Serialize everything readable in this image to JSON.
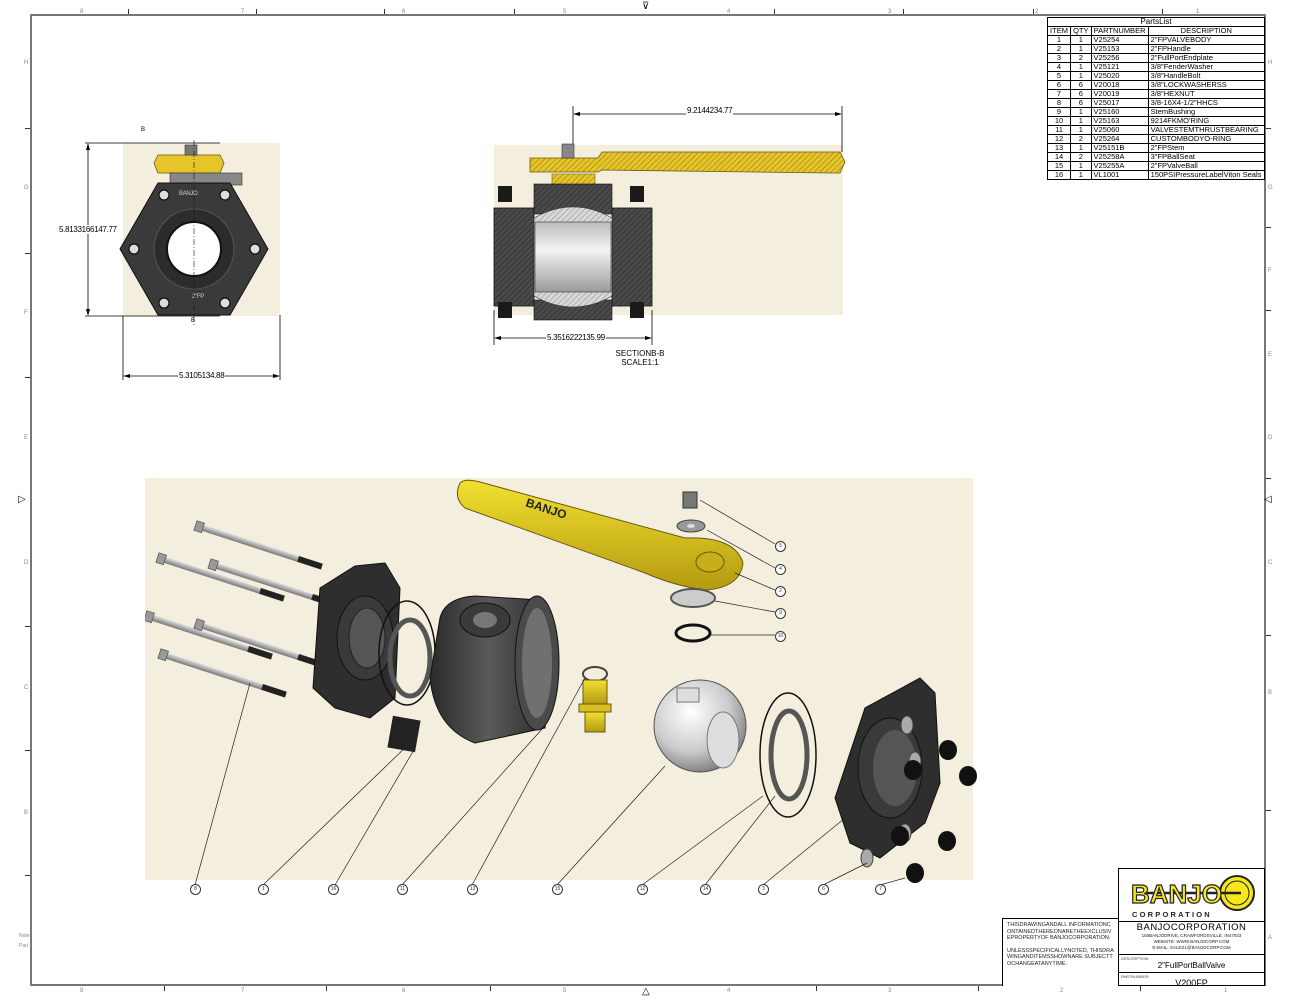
{
  "border": {
    "columns": [
      "8",
      "7",
      "6",
      "5",
      "4",
      "3",
      "2",
      "1"
    ],
    "rows": [
      "H",
      "G",
      "F",
      "E",
      "D",
      "C",
      "B",
      "A"
    ],
    "side_notes": [
      "Note",
      "Part"
    ]
  },
  "parts_list": {
    "title": "PartsList",
    "headers": [
      "ITEM",
      "QTY",
      "PARTNUMBER",
      "DESCRIPTION"
    ],
    "rows": [
      {
        "item": "1",
        "qty": "1",
        "part": "V25254",
        "desc": "2\"FPVALVEBODY"
      },
      {
        "item": "2",
        "qty": "1",
        "part": "V25153",
        "desc": "2\"FPHandle"
      },
      {
        "item": "3",
        "qty": "2",
        "part": "V25256",
        "desc": "2\"FullPortEndplate"
      },
      {
        "item": "4",
        "qty": "1",
        "part": "V25121",
        "desc": "3/8\"FenderWasher"
      },
      {
        "item": "5",
        "qty": "1",
        "part": "V25020",
        "desc": "3/8\"HandleBolt"
      },
      {
        "item": "6",
        "qty": "6",
        "part": "V20018",
        "desc": "3/8\"LOCKWASHERSS"
      },
      {
        "item": "7",
        "qty": "6",
        "part": "V20019",
        "desc": "3/8\"HEXNUT"
      },
      {
        "item": "8",
        "qty": "6",
        "part": "V25017",
        "desc": "3/8-16X4-1/2\"HHCS"
      },
      {
        "item": "9",
        "qty": "1",
        "part": "V25160",
        "desc": "StemBushing"
      },
      {
        "item": "10",
        "qty": "1",
        "part": "V25163",
        "desc": "9214FKMO'RING"
      },
      {
        "item": "11",
        "qty": "1",
        "part": "V25060",
        "desc": "VALVESTEMTHRUSTBEARING"
      },
      {
        "item": "12",
        "qty": "2",
        "part": "V25264",
        "desc": "CUSTOMBODYO-RING"
      },
      {
        "item": "13",
        "qty": "1",
        "part": "V25151B",
        "desc": "2\"FPStem"
      },
      {
        "item": "14",
        "qty": "2",
        "part": "V25258A",
        "desc": "3\"FPBallSeat"
      },
      {
        "item": "15",
        "qty": "1",
        "part": "V25255A",
        "desc": "2\"FPValveBall"
      },
      {
        "item": "16",
        "qty": "1",
        "part": "VL1001",
        "desc": "150PSIPressureLabelViton Seals"
      }
    ]
  },
  "front_view": {
    "height_dim": "5.8133166147.77",
    "width_dim": "5.3105134.88",
    "section_marker": "B",
    "body_text_top": "BANJO",
    "body_text_bottom": "2\"FP"
  },
  "section_view": {
    "handle_dim": "9.2144234.77",
    "body_dim": "5.3516222135.99",
    "label_line1": "SECTIONB-B",
    "label_line2": "SCALE1:1"
  },
  "exploded_view": {
    "balloons_handle": [
      "5",
      "4",
      "2",
      "9",
      "10"
    ],
    "balloons_bottom": [
      "8",
      "1",
      "16",
      "11",
      "13",
      "15",
      "12",
      "14",
      "3",
      "6",
      "7"
    ],
    "handle_text": "BANJO"
  },
  "title_block": {
    "logo_text": "BANJO",
    "logo_sub": "CORPORATION",
    "company": "BANJOCORPORATION",
    "address": "150BANJODRIVE, CRAWFORDSVILLE, IN47933",
    "website": "WEBSITE: WWW.BANJOCORP.COM",
    "email": "E-MAIL: SALES1@BANJOCORP.COM",
    "description_label": "DESCRIPTION",
    "description": "2\"FullPortBallValve",
    "part_number_label": "PARTNUMBER",
    "part_number": "V200FP",
    "notice_1": "THISDRAWINGANDALL INFORMATIONCONTAINEDTHEREONARETHEEXCLUSIVEPROPERTYOF BANJOCORPORATION.",
    "notice_2": "UNLESSSPECIFICALLYNOTED, THISDRAWINGANDITEMSSHOWNARE SUBJECTTOCHANGEATANYTIME."
  },
  "colors": {
    "panel_bg": "#f3eedd",
    "handle_yellow": "#e6c52a",
    "logo_yellow": "#f5e61e",
    "body_dark": "#3a3a3a"
  }
}
